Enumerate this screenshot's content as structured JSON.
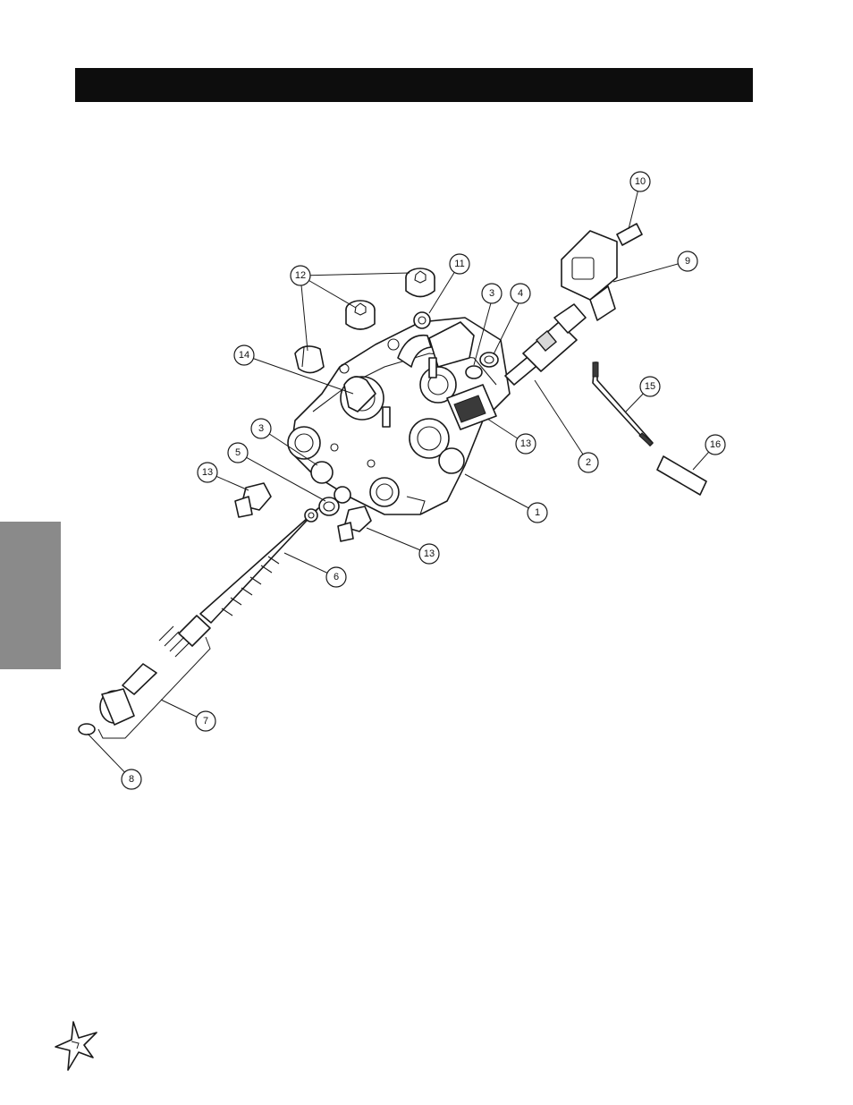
{
  "header": {
    "title": ""
  },
  "diagram": {
    "callouts": [
      {
        "id": "c1",
        "label": "1"
      },
      {
        "id": "c2",
        "label": "2"
      },
      {
        "id": "c3a",
        "label": "3"
      },
      {
        "id": "c3b",
        "label": "3"
      },
      {
        "id": "c4",
        "label": "4"
      },
      {
        "id": "c5",
        "label": "5"
      },
      {
        "id": "c6",
        "label": "6"
      },
      {
        "id": "c7",
        "label": "7"
      },
      {
        "id": "c8",
        "label": "8"
      },
      {
        "id": "c9",
        "label": "9"
      },
      {
        "id": "c10",
        "label": "10"
      },
      {
        "id": "c11",
        "label": "11"
      },
      {
        "id": "c12",
        "label": "12"
      },
      {
        "id": "c13a",
        "label": "13"
      },
      {
        "id": "c13b",
        "label": "13"
      },
      {
        "id": "c13c",
        "label": "13"
      },
      {
        "id": "c14",
        "label": "14"
      },
      {
        "id": "c15",
        "label": "15"
      },
      {
        "id": "c16",
        "label": "16"
      }
    ]
  },
  "footer": {
    "logo_icon": "starburst-logo-icon"
  },
  "colors": {
    "title_bar": "#0d0d0d",
    "side_tab": "#8a8a8a",
    "line": "#1a1a1a"
  }
}
